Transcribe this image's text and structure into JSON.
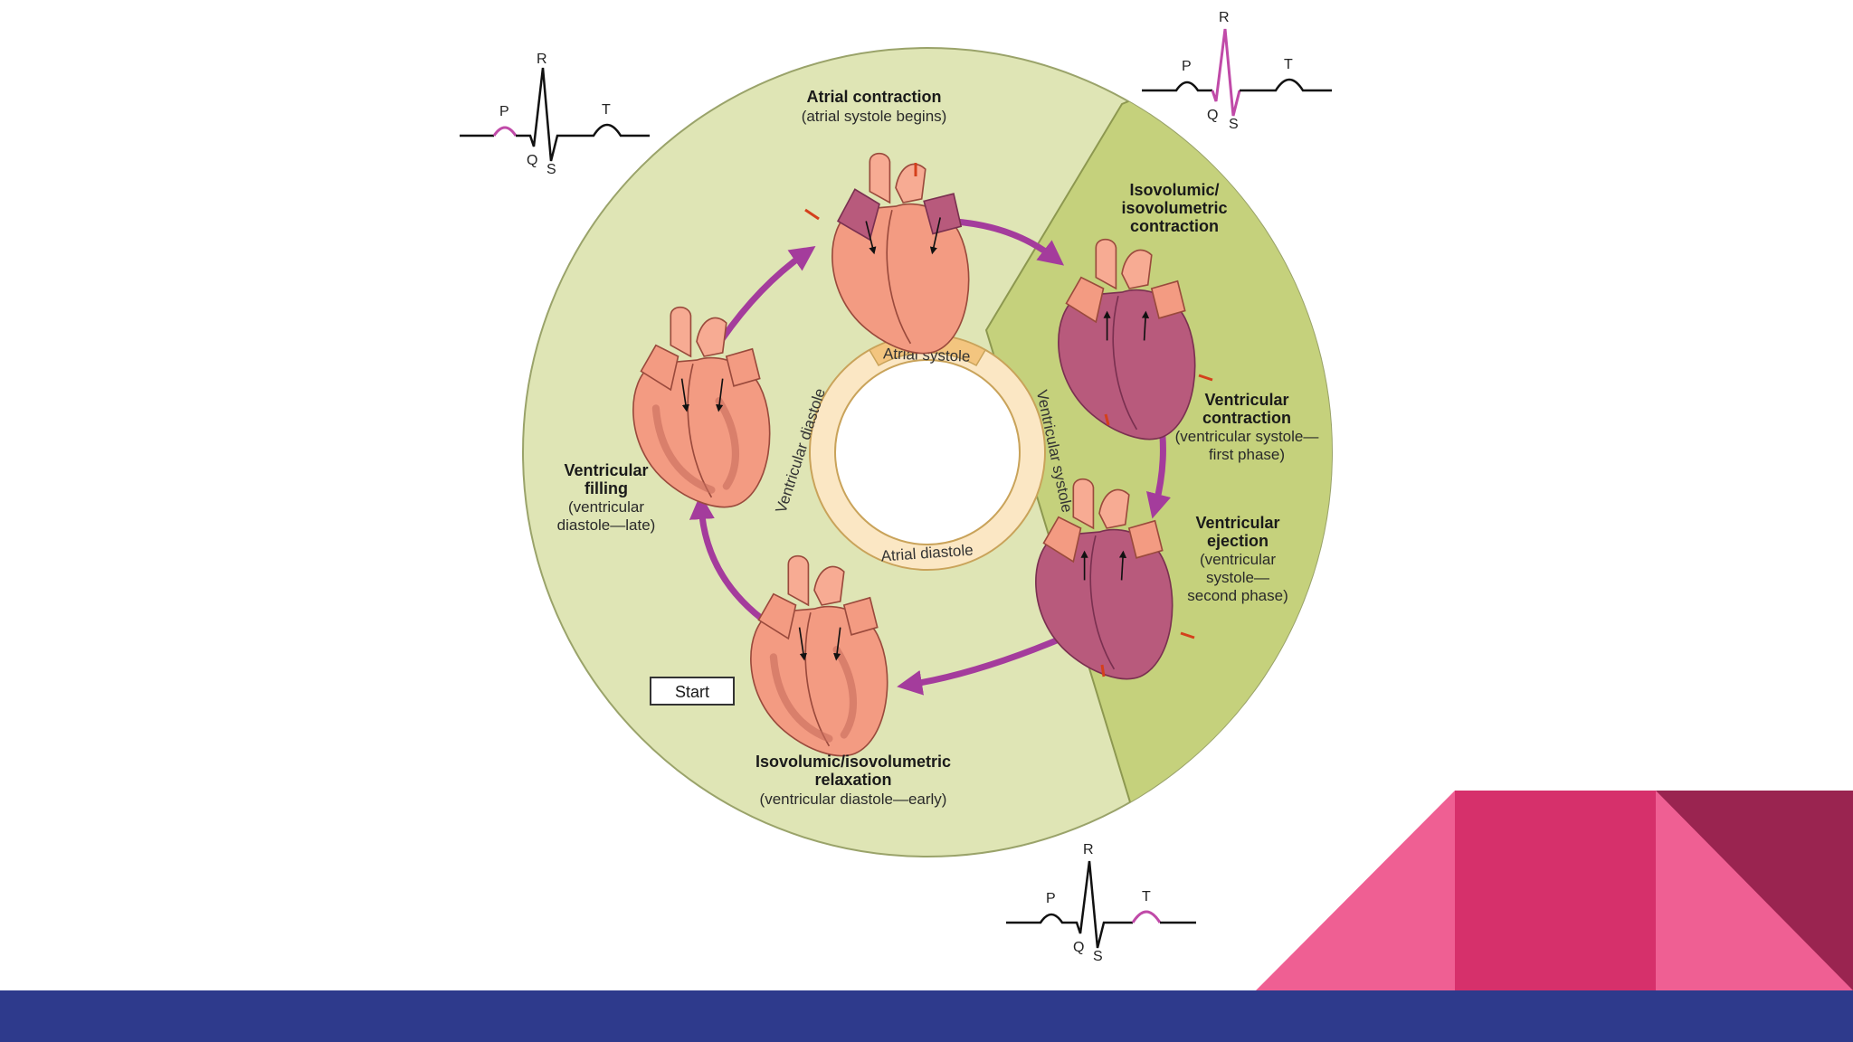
{
  "diagram": {
    "center_ring": {
      "atrial_systole": "Atrial systole",
      "atrial_diastole": "Atrial diastole",
      "ventricular_diastole": "Ventricular diastole",
      "ventricular_systole": "Ventricular systole"
    },
    "phases": {
      "atrial_contraction": {
        "title": "Atrial contraction",
        "sub": "(atrial systole begins)"
      },
      "isovolumic_contraction": {
        "title_lines": [
          "Isovolumic/",
          "isovolumetric",
          "contraction"
        ]
      },
      "ventricular_contraction": {
        "title_lines": [
          "Ventricular",
          "contraction"
        ],
        "sub_lines": [
          "(ventricular systole—",
          "first phase)"
        ]
      },
      "ventricular_ejection": {
        "title_lines": [
          "Ventricular",
          "ejection"
        ],
        "sub_lines": [
          "(ventricular",
          "systole—",
          "second phase)"
        ]
      },
      "isovolumic_relaxation": {
        "title_lines": [
          "Isovolumic/isovolumetric",
          "relaxation"
        ],
        "sub": "(ventricular diastole—early)"
      },
      "ventricular_filling": {
        "title_lines": [
          "Ventricular",
          "filling"
        ],
        "sub_lines": [
          "(ventricular",
          "diastole—late)"
        ]
      }
    },
    "start_label": "Start",
    "ecg_wave_labels": {
      "p": "P",
      "q": "Q",
      "r": "R",
      "s": "S",
      "t": "T"
    }
  },
  "colors": {
    "disc_light": "#dfe5b5",
    "disc_dark": "#c5d17c",
    "ring_orange": "#f3c57f",
    "ring_cream": "#fbe7c4",
    "arrow_purple": "#a43c9c",
    "heart_flesh": "#f39b82",
    "heart_dark": "#b85a7c",
    "ecg_highlight": "#c04aa8",
    "footer_blue": "#2e3a8c",
    "accent_pink": "#ef5f93",
    "accent_magenta": "#d6306b",
    "accent_burgundy": "#9a2450"
  }
}
